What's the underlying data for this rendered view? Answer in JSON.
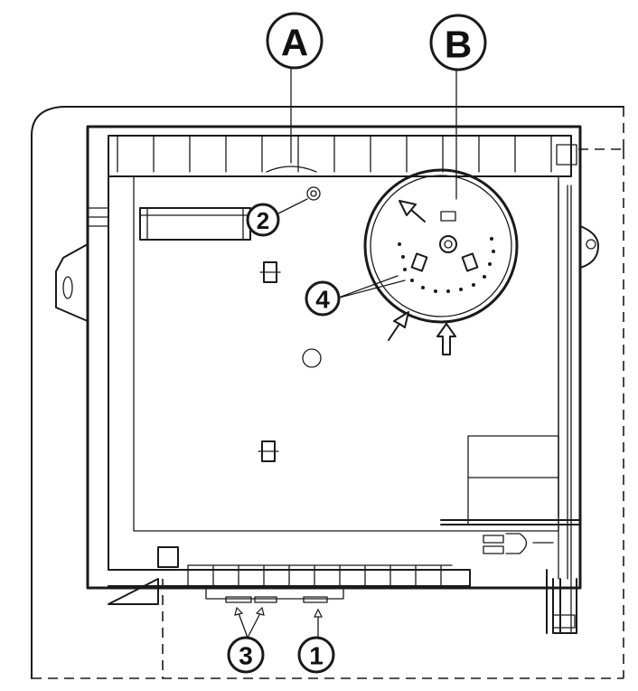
{
  "callouts": {
    "a": "A",
    "b": "B",
    "n1": "1",
    "n2": "2",
    "n3": "3",
    "n4": "4"
  }
}
